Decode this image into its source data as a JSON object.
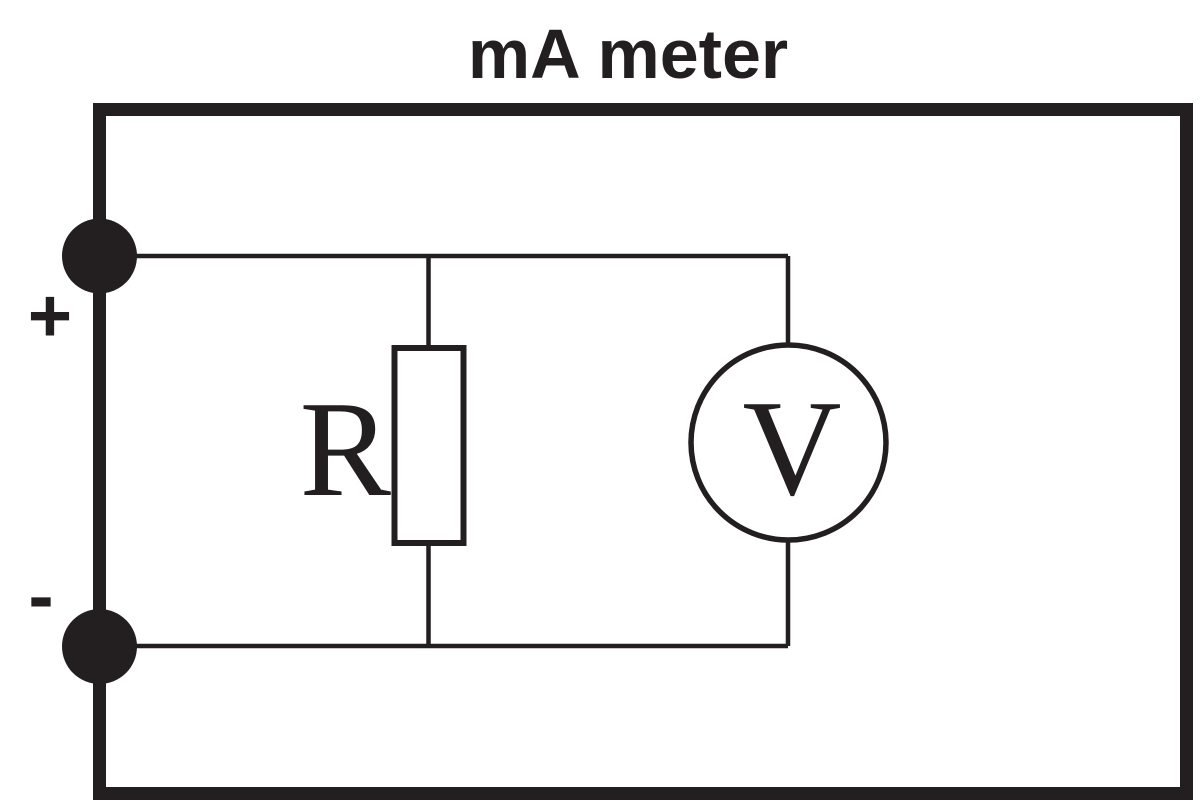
{
  "diagram": {
    "title": "mA meter",
    "terminals": {
      "positive_label": "+",
      "negative_label": "-"
    },
    "components": {
      "resistor_label": "R",
      "voltmeter_label": "V"
    },
    "colors": {
      "ink": "#231f20",
      "background": "#ffffff"
    }
  }
}
